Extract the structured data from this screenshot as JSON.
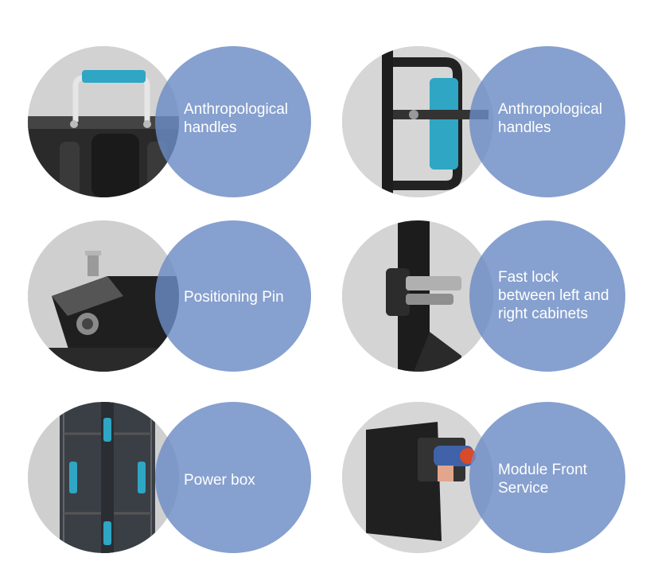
{
  "features": [
    {
      "id": "handles-top",
      "label": "Anthropological handles",
      "lines": [
        "Anthropological",
        "handles"
      ]
    },
    {
      "id": "handles-side",
      "label": "Anthropological handles",
      "lines": [
        "Anthropological",
        "handles"
      ]
    },
    {
      "id": "positioning-pin",
      "label": "Positioning Pin",
      "lines": [
        "Positioning Pin"
      ]
    },
    {
      "id": "fast-lock",
      "label": "Fast lock between left and right cabinets",
      "lines": [
        "Fast lock",
        "between left and",
        "right cabinets"
      ]
    },
    {
      "id": "power-box",
      "label": "Power box",
      "lines": [
        "Power box"
      ]
    },
    {
      "id": "module-front-service",
      "label": "Module Front Service",
      "lines": [
        "Module Front",
        "Service"
      ]
    }
  ],
  "colors": {
    "bubble": "#6b8bc4",
    "photo_background": "#cfcfcf",
    "accent_handle": "#2ea6c4"
  }
}
